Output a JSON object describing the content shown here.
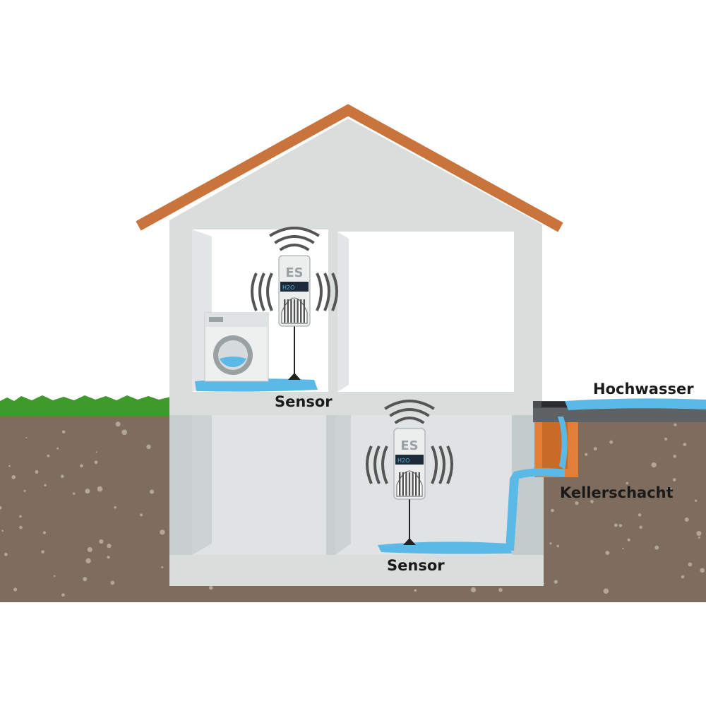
{
  "labels": {
    "sensor_upper": "Sensor",
    "sensor_lower": "Sensor",
    "flood": "Hochwasser",
    "basement_shaft": "Kellerschacht"
  },
  "device": {
    "logo": "ES",
    "badge": "H2O"
  },
  "colors": {
    "roof": "#c9733d",
    "wall": "#d9dedd",
    "room": "#ffffff",
    "basement_room": "#d3d8d8",
    "soil": "#7e6d5f",
    "grass": "#3f9a2c",
    "water": "#5ab9e6",
    "shaft": "#e07f35"
  }
}
